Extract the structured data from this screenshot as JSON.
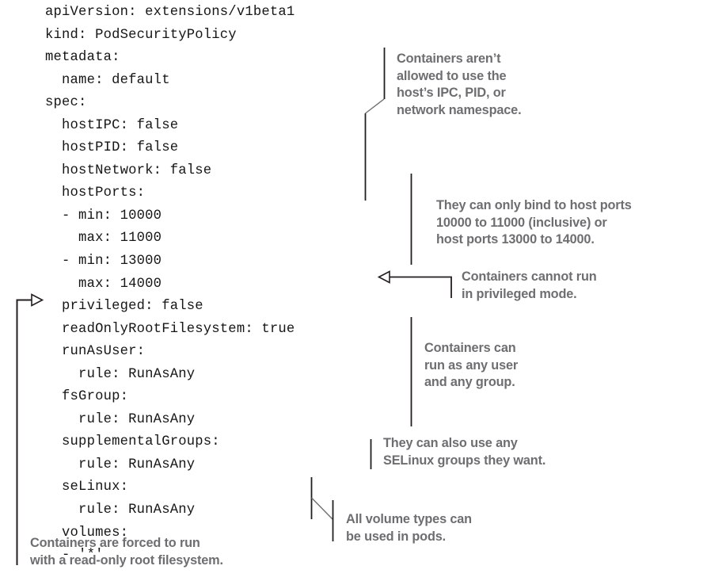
{
  "code": {
    "language": "yaml",
    "lines": [
      "apiVersion: extensions/v1beta1",
      "kind: PodSecurityPolicy",
      "metadata:",
      "  name: default",
      "spec:",
      "  hostIPC: false",
      "  hostPID: false",
      "  hostNetwork: false",
      "  hostPorts:",
      "  - min: 10000",
      "    max: 11000",
      "  - min: 13000",
      "    max: 14000",
      "  privileged: false",
      "  readOnlyRootFilesystem: true",
      "  runAsUser:",
      "    rule: RunAsAny",
      "  fsGroup:",
      "    rule: RunAsAny",
      "  supplementalGroups:",
      "    rule: RunAsAny",
      "  seLinux:",
      "    rule: RunAsAny",
      "  volumes:",
      "  - '*'"
    ]
  },
  "callouts": [
    {
      "id": "host-namespaces",
      "text": "Containers aren’t\nallowed to use the\nhost’s IPC, PID, or\nnetwork namespace.",
      "target": "hostIPC / hostPID / hostNetwork"
    },
    {
      "id": "host-ports",
      "text": "They can only bind to host ports\n10000 to 11000 (inclusive) or\nhost ports 13000 to 14000.",
      "target": "hostPorts"
    },
    {
      "id": "privileged",
      "text": "Containers cannot run\nin privileged mode.",
      "target": "privileged: false"
    },
    {
      "id": "run-as-user-group",
      "text": "Containers can\nrun as any user\nand any group.",
      "target": "runAsUser / fsGroup / supplementalGroups"
    },
    {
      "id": "selinux",
      "text": "They can also use any\nSELinux groups they want.",
      "target": "seLinux"
    },
    {
      "id": "volumes",
      "text": "All volume types can\nbe used in pods.",
      "target": "volumes"
    },
    {
      "id": "read-only-root",
      "text": "Containers are forced to run\nwith a read-only root filesystem.",
      "target": "readOnlyRootFilesystem: true"
    }
  ],
  "colors": {
    "code_text": "#161616",
    "callout_text": "#6d6e70",
    "connector_line": "#231f20",
    "background": "#ffffff"
  }
}
